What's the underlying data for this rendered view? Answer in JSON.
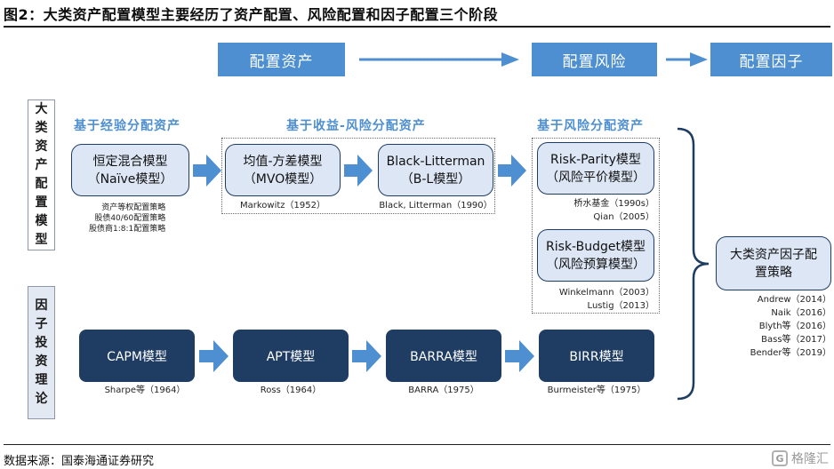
{
  "title": "图2：大类资产配置模型主要经历了资产配置、风险配置和因子配置三个阶段",
  "stages": {
    "asset": "配置资产",
    "risk": "配置风险",
    "factor": "配置因子"
  },
  "side_labels": {
    "asset_models": [
      "大",
      "类",
      "资",
      "产",
      "配",
      "置",
      "模",
      "型"
    ],
    "factor_theory": [
      "因",
      "子",
      "投",
      "资",
      "理",
      "论"
    ]
  },
  "categories": {
    "experience": "基于经验分配资产",
    "return_risk": "基于收益-风险分配资产",
    "risk": "基于风险分配资产"
  },
  "models": {
    "naive": {
      "line1": "恒定混合模型",
      "line2": "（Naïve模型）"
    },
    "mvo": {
      "line1": "均值-方差模型",
      "line2": "（MVO模型）"
    },
    "bl": {
      "line1": "Black-Litterman",
      "line2": "（B-L模型）"
    },
    "rp": {
      "line1": "Risk-Parity模型",
      "line2": "（风险平价模型）"
    },
    "rb": {
      "line1": "Risk-Budget模型",
      "line2": "（风险预算模型）"
    },
    "factor": {
      "line1": "大类资产因子配",
      "line2": "置策略"
    }
  },
  "theory_models": {
    "capm": "CAPM模型",
    "apt": "APT模型",
    "barra": "BARRA模型",
    "birr": "BIRR模型"
  },
  "notes": {
    "naive": [
      "资产等权配置策略",
      "股债40/60配置策略",
      "股债商1:8:1配置策略"
    ],
    "mvo": "Markowitz（1952）",
    "bl": "Black, Litterman（1990）",
    "rp": [
      "桥水基金（1990s）",
      "Qian（2005）"
    ],
    "rb": [
      "Winkelmann（2003）",
      "Lustig（2013）"
    ],
    "factor": [
      "Andrew（2014）",
      "Naik（2016）",
      "Blyth等（2016）",
      "Bass等（2017）",
      "Bender等（2019）"
    ],
    "capm": "Sharpe等（1964）",
    "apt": "Ross（1964）",
    "barra": "BARRA（1975）",
    "birr": "Burmeister等（1975）"
  },
  "source": "数据来源：国泰海通证券研究",
  "watermark": "格隆汇",
  "colors": {
    "stage": "#4d8fd0",
    "arrow": "#4d8fd0",
    "dark_box": "#1f3d63",
    "light_box": "#dde6f5",
    "category_text": "#4d8fd0"
  }
}
